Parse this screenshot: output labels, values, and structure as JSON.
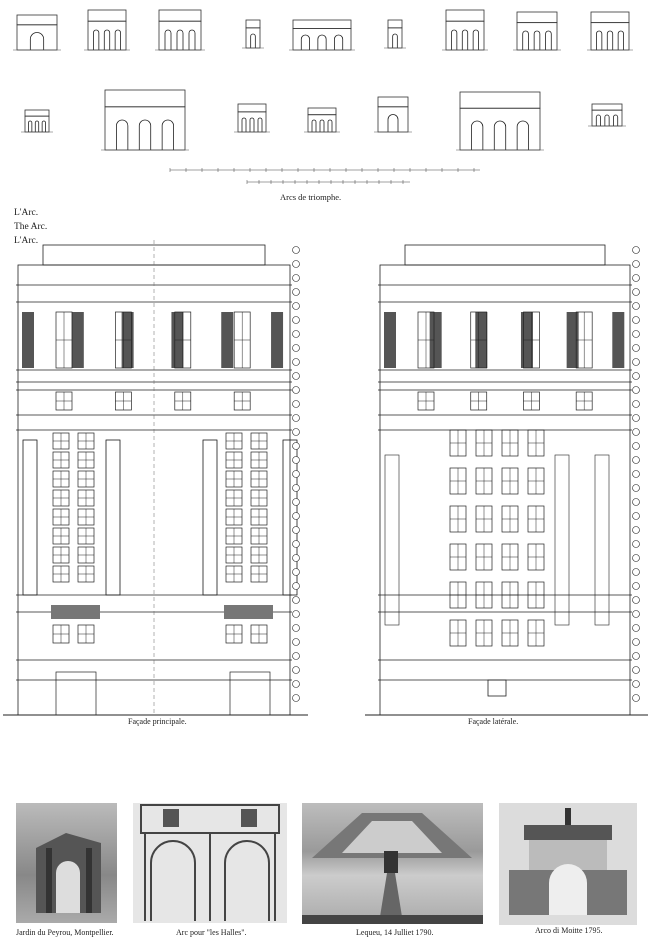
{
  "arches_plate": {
    "caption": "Arcs de triomphe."
  },
  "heading_lines": [
    "L'Arc.",
    "The Arc.",
    "L'Arc."
  ],
  "elevations": {
    "main_caption": "Façade principale.",
    "side_caption": "Façade latérale."
  },
  "references": [
    {
      "caption": "Jardin du Peyrou, Montpellier."
    },
    {
      "caption": "Arc pour \"les Halles\"."
    },
    {
      "caption": "Lequeu, 14 Julliet 1790."
    },
    {
      "caption": "Arco di Moitte 1795."
    }
  ]
}
